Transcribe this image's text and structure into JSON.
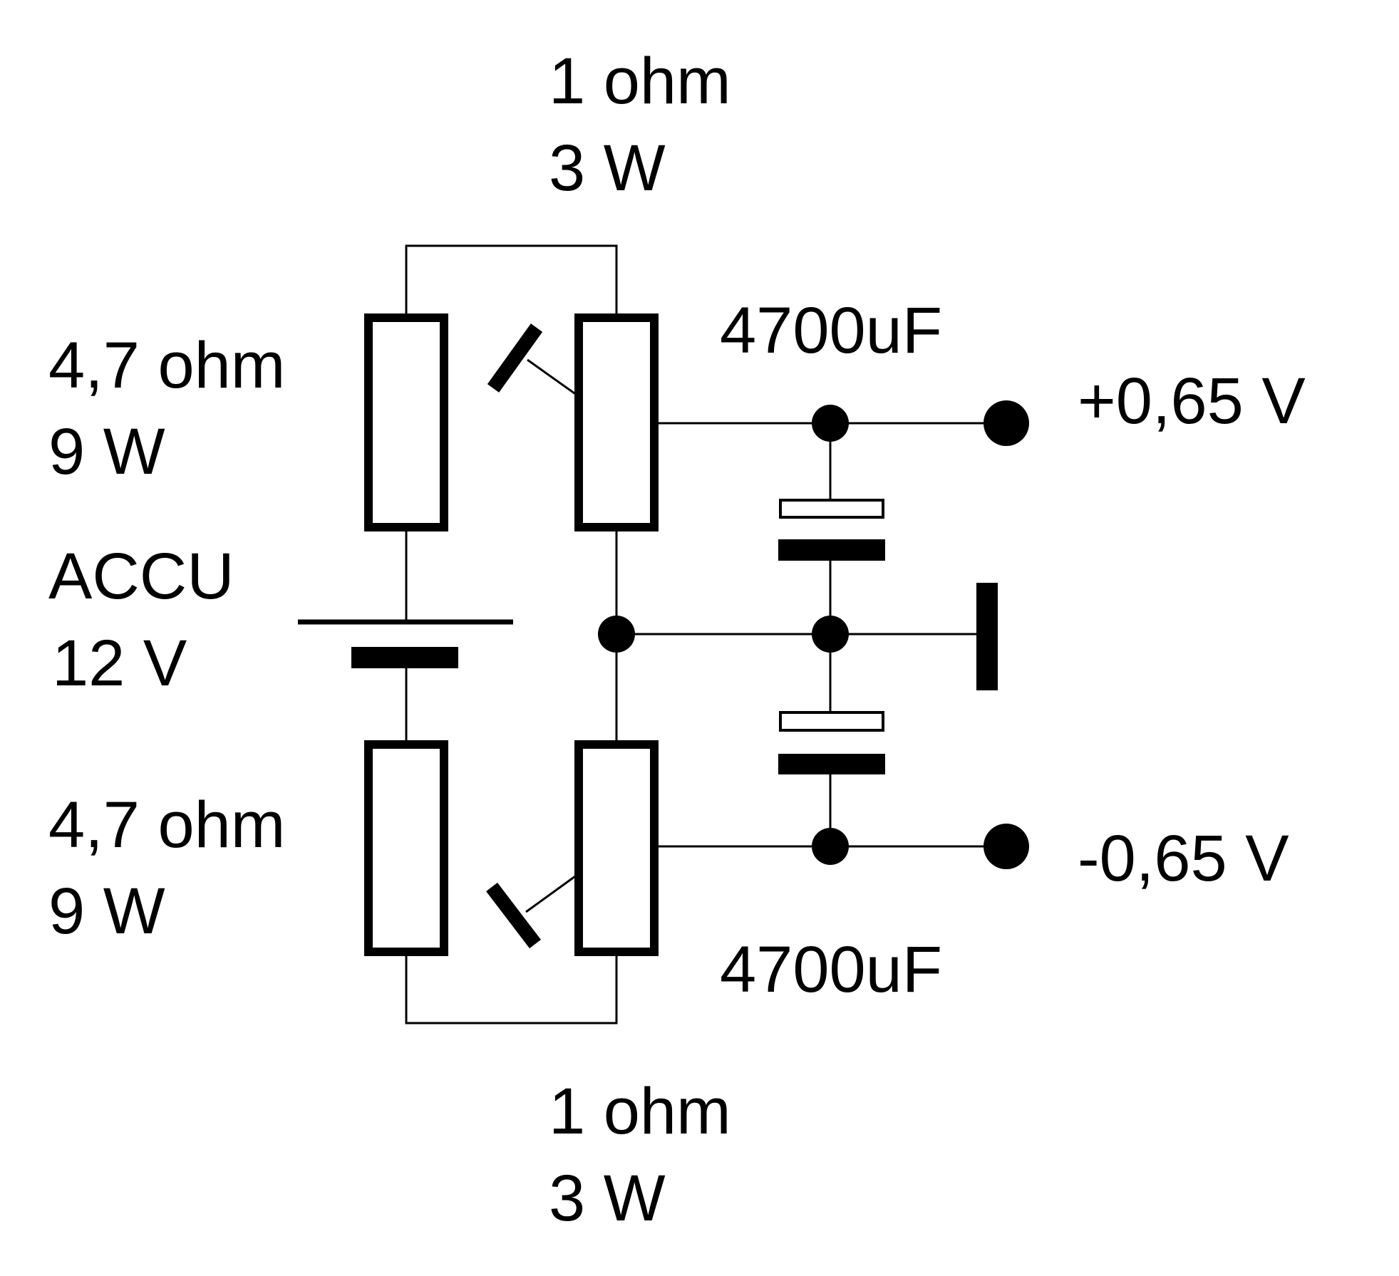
{
  "colors": {
    "ink": "#000000",
    "background": "#ffffff"
  },
  "labels": {
    "top_resistor_value": "1 ohm",
    "top_resistor_power": "3 W",
    "upper_left_resistor_value": "4,7 ohm",
    "upper_left_resistor_power": "9 W",
    "battery_name": "ACCU",
    "battery_voltage": "12 V",
    "lower_left_resistor_value": "4,7 ohm",
    "lower_left_resistor_power": "9 W",
    "bottom_resistor_value": "1 ohm",
    "bottom_resistor_power": "3 W",
    "upper_capacitor_value": "4700uF",
    "lower_capacitor_value": "4700uF",
    "positive_output_voltage": "+0,65 V",
    "negative_output_voltage": "-0,65 V"
  }
}
